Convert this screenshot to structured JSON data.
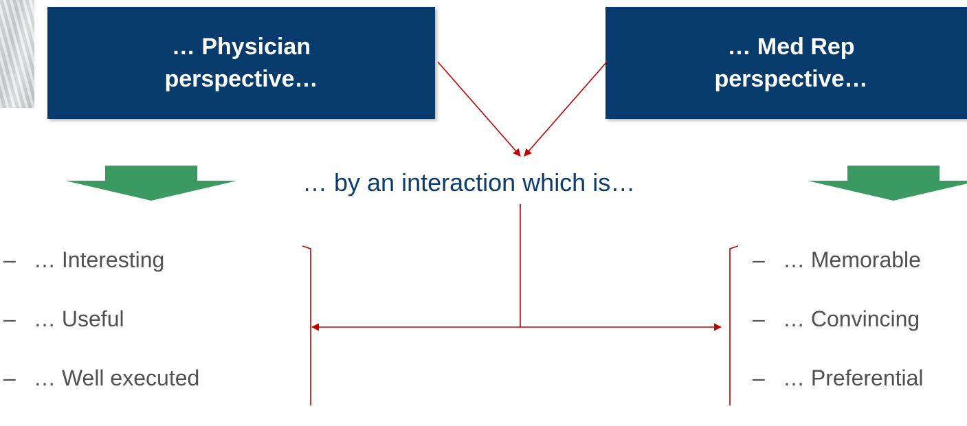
{
  "boxes": {
    "physician": {
      "line1": "… Physician",
      "line2": "perspective…"
    },
    "medrep": {
      "line1": "… Med Rep",
      "line2": "perspective…"
    }
  },
  "center_label": "… by an interaction which is…",
  "physician_list": {
    "dash": "–",
    "items": [
      "… Interesting",
      "… Useful",
      "… Well executed"
    ]
  },
  "medrep_list": {
    "dash": "–",
    "items": [
      "… Memorable",
      "… Convincing",
      "… Preferential"
    ]
  },
  "colors": {
    "box_fill": "#073b6c",
    "arrow_green": "#3a9a62",
    "connector_red": "#c00000",
    "label_blue": "#0b3d70",
    "list_text": "#505050"
  }
}
